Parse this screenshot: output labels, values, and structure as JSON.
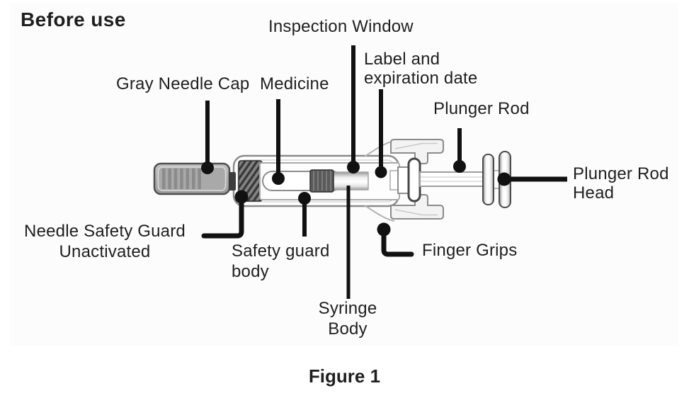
{
  "header": {
    "title": "Before use"
  },
  "figure": {
    "caption": "Figure 1"
  },
  "callouts": {
    "inspection_window": "Inspection Window",
    "label_expiration": {
      "line1": "Label and",
      "line2": "expiration date"
    },
    "gray_needle_cap": "Gray Needle Cap",
    "medicine": "Medicine",
    "plunger_rod": "Plunger Rod",
    "plunger_rod_head": {
      "line1": "Plunger Rod",
      "line2": "Head"
    },
    "needle_safety_guard": {
      "line1": "Needle Safety Guard",
      "line2": "Unactivated"
    },
    "safety_guard_body": {
      "line1": "Safety guard",
      "line2": "body"
    },
    "finger_grips": "Finger Grips",
    "syringe_body": {
      "line1": "Syringe",
      "line2": "Body"
    }
  },
  "colors": {
    "text": "#1f1f1f",
    "leader_line": "#111111",
    "needle_cap_gray": "#b3b3b3",
    "outline_gray": "#8b8b8b",
    "stopper_dark": "#5a5a5a",
    "hatch_dark": "#2f2f2f",
    "panel_background": "#fcfcfc"
  }
}
